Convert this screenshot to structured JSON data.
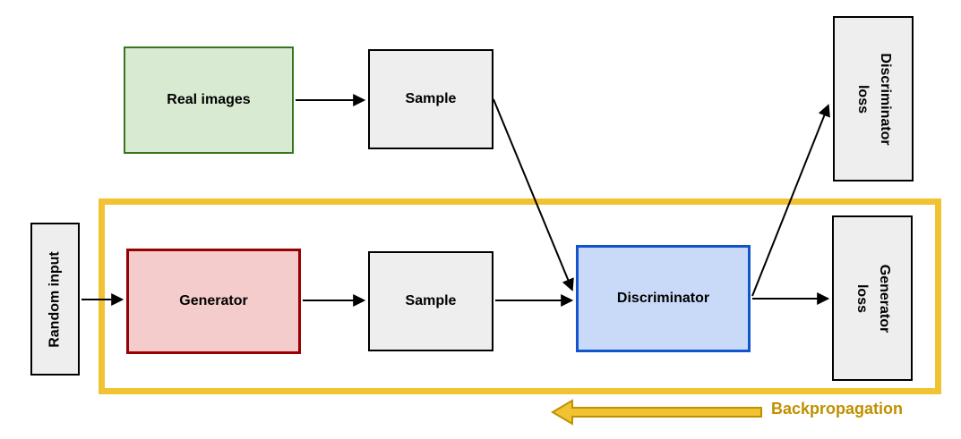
{
  "diagram": {
    "nodes": {
      "real_images": {
        "label": "Real images"
      },
      "sample_real": {
        "label": "Sample"
      },
      "random_input": {
        "label": "Random input"
      },
      "generator": {
        "label": "Generator"
      },
      "sample_generated": {
        "label": "Sample"
      },
      "discriminator": {
        "label": "Discriminator"
      },
      "discriminator_loss": {
        "label": "Discriminator loss"
      },
      "generator_loss": {
        "label": "Generator loss"
      }
    },
    "annotations": {
      "backpropagation": {
        "label": "Backpropagation"
      }
    },
    "colors": {
      "real_images_fill": "#d9ead3",
      "real_images_border": "#38761d",
      "generator_fill": "#f4cccc",
      "generator_border": "#990000",
      "discriminator_fill": "#c9daf8",
      "discriminator_border": "#1155cc",
      "neutral_fill": "#eeeeee",
      "neutral_border": "#000000",
      "loop_outline": "#f1c232",
      "backprop_arrow_fill": "#f1c232",
      "backprop_arrow_stroke": "#bf9000",
      "backprop_text": "#bf9000",
      "arrow_color": "#000000"
    }
  }
}
